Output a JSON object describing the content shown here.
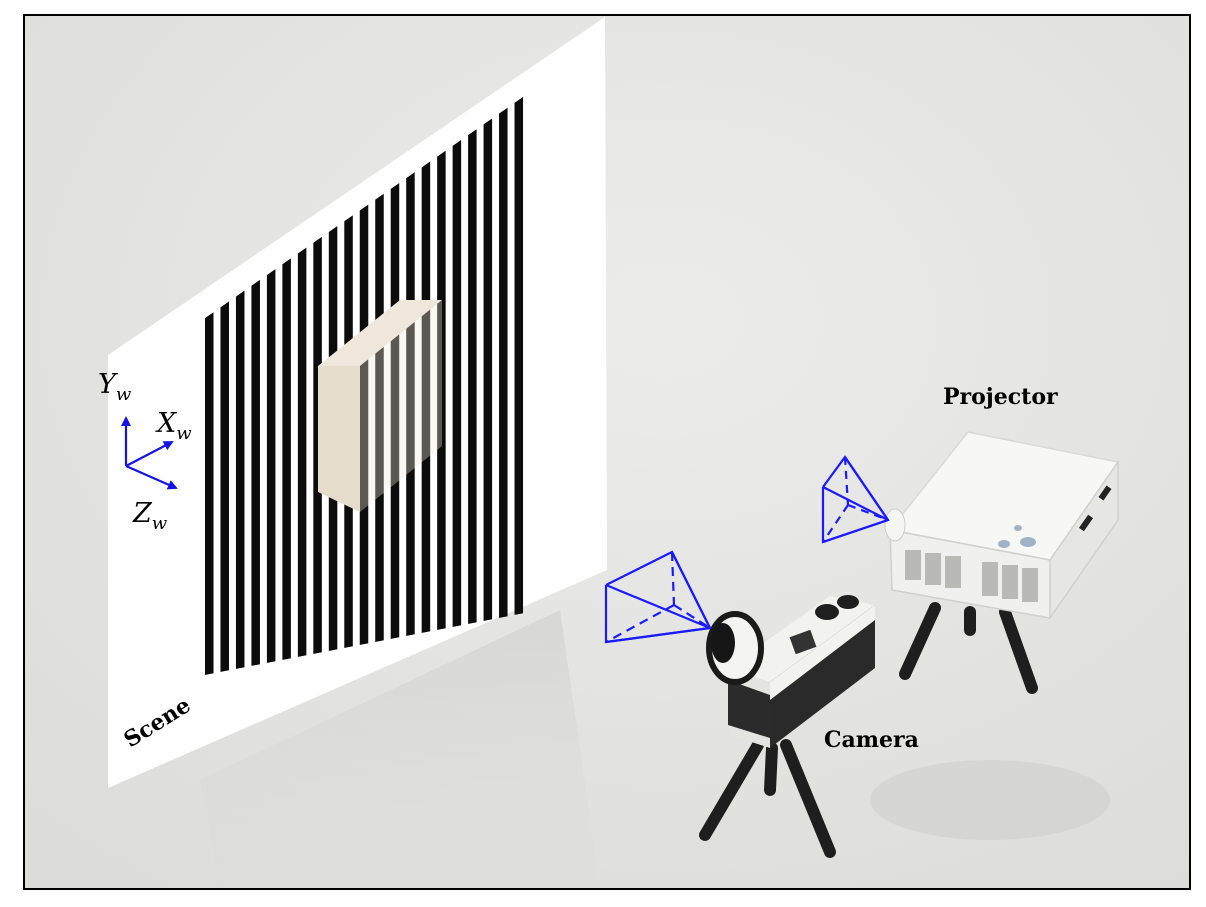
{
  "labels": {
    "scene": "Scene",
    "camera": "Camera",
    "projector": "Projector"
  },
  "axes": {
    "y": {
      "letter": "Y",
      "sub": "w"
    },
    "x": {
      "letter": "X",
      "sub": "w"
    },
    "z": {
      "letter": "Z",
      "sub": "w"
    }
  },
  "colors": {
    "frustum": "#1a1aff",
    "axes": "#1414e6",
    "background": "#e4e4e2",
    "border": "#000000"
  },
  "pattern": {
    "description": "vertical black-and-white fringe stripes",
    "stripe_count": 21
  }
}
